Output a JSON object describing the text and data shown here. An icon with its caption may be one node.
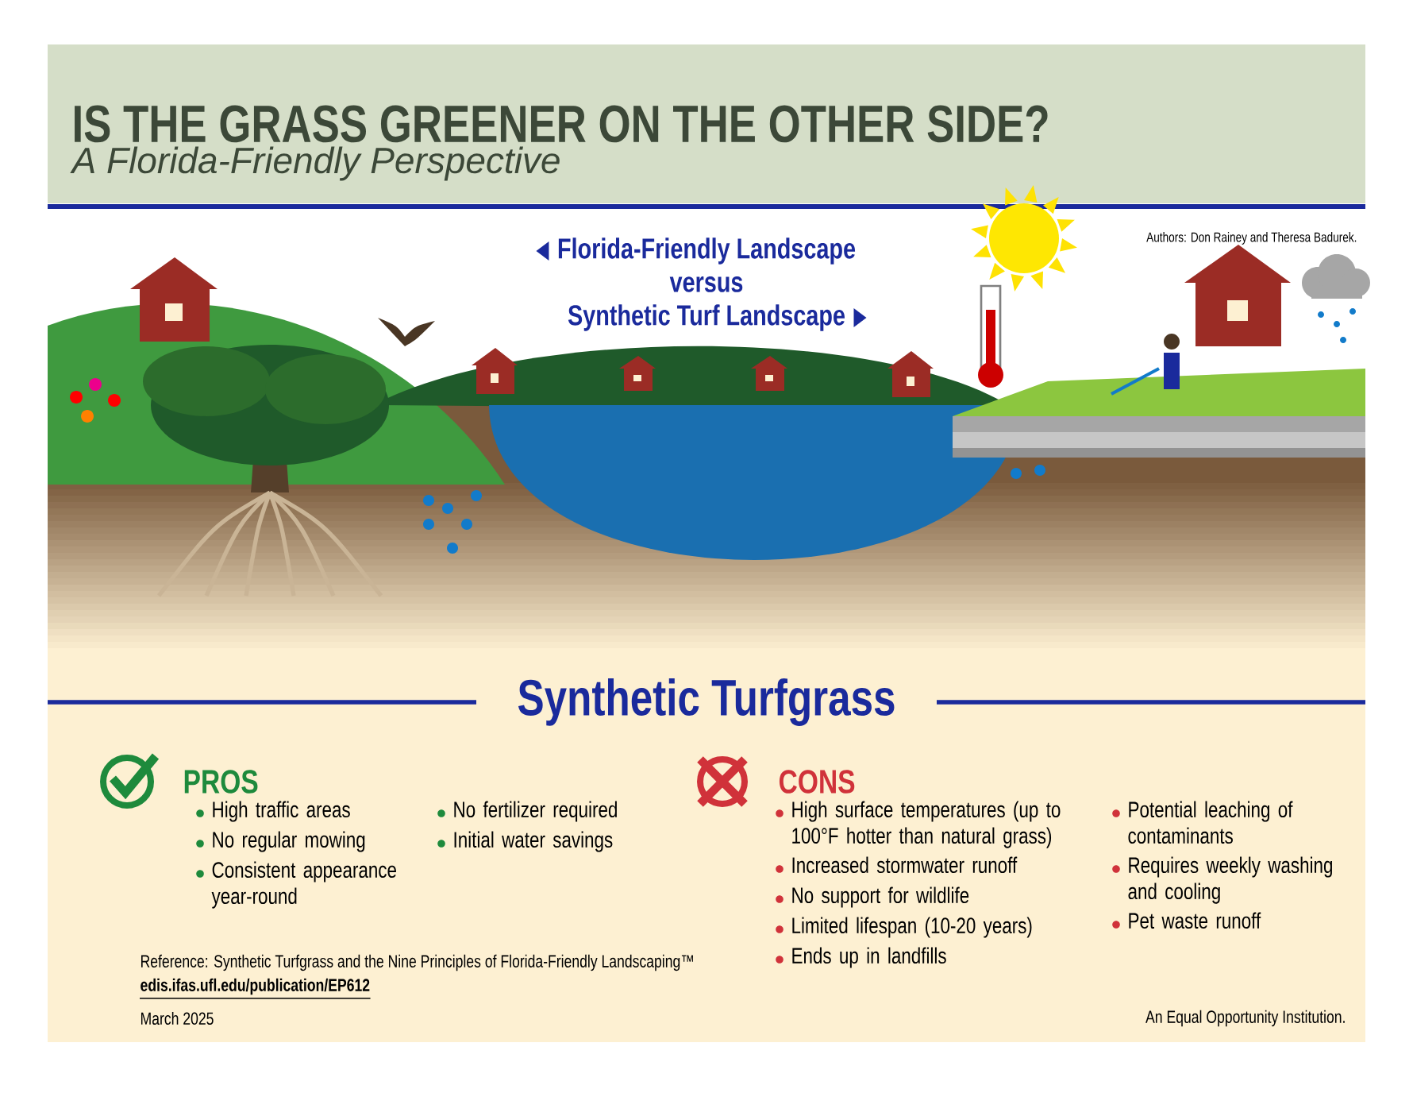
{
  "diagram": {
    "title": "IS THE GRASS GREENER ON THE OTHER SIDE?",
    "labels": [
      "A Florida-Friendly Perspective",
      "Florida-Friendly Landscape",
      "versus",
      "Synthetic Turf Landscape",
      "Authors: Don Rainey and Theresa Badurek.",
      "Synthetic Turfgrass",
      "PROS",
      "High traffic areas",
      "No regular mowing",
      "Consistent appearance year-round",
      "No fertilizer required",
      "Initial water savings",
      "CONS",
      "High surface temperatures (up to 100°F hotter than natural grass)",
      "Increased stormwater runoff",
      "No support for wildlife",
      "Limited lifespan (10-20 years)",
      "Ends up in landfills",
      "Potential leaching of contaminants",
      "Requires weekly washing and cooling",
      "Pet waste runoff",
      "Reference: Synthetic Turfgrass and the Nine Principles of Florida-Friendly Landscaping™",
      "edis.ifas.ufl.edu/publication/EP612",
      "March 2025",
      "An Equal Opportunity Institution."
    ]
  }
}
